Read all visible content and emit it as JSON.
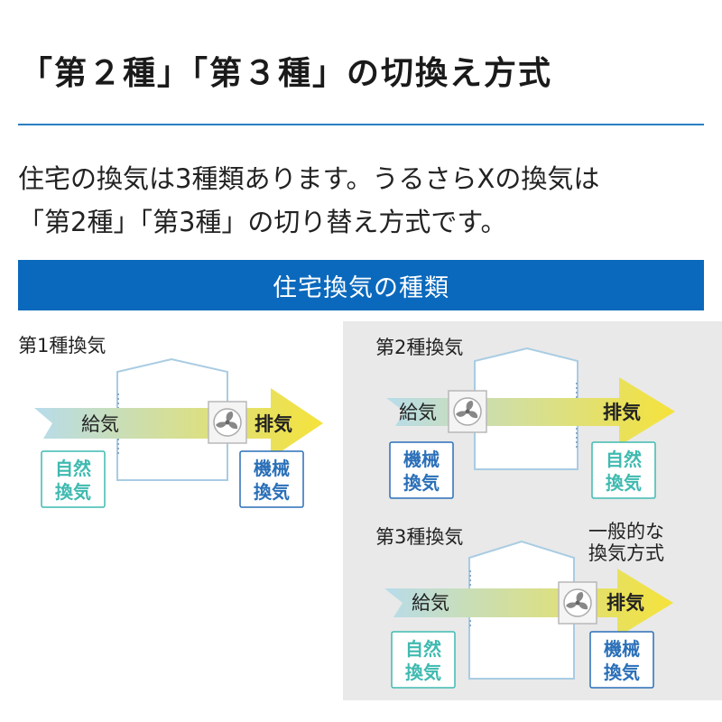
{
  "page_title": "「第２種」「第３種」の切換え方式",
  "intro": {
    "line1": "住宅の換気は3種類あります。うるさらXの換気は",
    "line2": "「第2種」「第3種」の切り替え方式です。"
  },
  "section_title": "住宅換気の種類",
  "types": [
    {
      "title": "第1種換気",
      "supply_label": "給気",
      "exhaust_label": "排気",
      "supply_box": [
        "自然",
        "換気"
      ],
      "exhaust_box": [
        "機械",
        "換気"
      ]
    },
    {
      "title": "第2種換気",
      "supply_label": "給気",
      "exhaust_label": "排気",
      "supply_box": [
        "機械",
        "換気"
      ],
      "exhaust_box": [
        "自然",
        "換気"
      ]
    },
    {
      "title": "第3種換気",
      "note": [
        "一般的な",
        "換気方式"
      ],
      "supply_label": "給気",
      "exhaust_label": "排気",
      "supply_box": [
        "自然",
        "換気"
      ],
      "exhaust_box": [
        "機械",
        "換気"
      ]
    }
  ],
  "colors": {
    "accent_blue": "#0a69bd",
    "rule_blue": "#2a7fc4",
    "house_outline": "#a9cce3",
    "arrow_start": "#b7dceb",
    "arrow_end": "#f5e23a",
    "natural_box": "#3fbab0",
    "mechanical_box": "#2a6fb8",
    "panel_gray": "#e9e9e9"
  },
  "icons": [
    "fan-icon"
  ]
}
